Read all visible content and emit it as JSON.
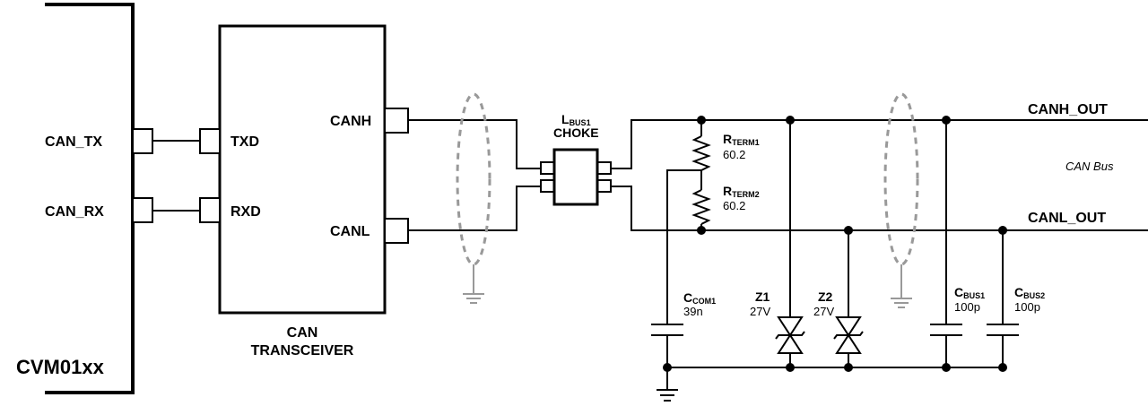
{
  "mcu": {
    "name": "CVM01xx",
    "pins": {
      "tx": "CAN_TX",
      "rx": "CAN_RX"
    }
  },
  "transceiver": {
    "title_line1": "CAN",
    "title_line2": "TRANSCEIVER",
    "pins": {
      "txd": "TXD",
      "rxd": "RXD",
      "canh": "CANH",
      "canl": "CANL"
    }
  },
  "choke": {
    "ref": "L",
    "ref_sub": "BUS1",
    "desc": "CHOKE"
  },
  "rterm1": {
    "ref": "R",
    "ref_sub": "TERM1",
    "value": "60.2"
  },
  "rterm2": {
    "ref": "R",
    "ref_sub": "TERM2",
    "value": "60.2"
  },
  "ccom1": {
    "ref": "C",
    "ref_sub": "COM1",
    "value": "39n"
  },
  "z1": {
    "ref": "Z1",
    "value": "27V"
  },
  "z2": {
    "ref": "Z2",
    "value": "27V"
  },
  "cbus1": {
    "ref": "C",
    "ref_sub": "BUS1",
    "value": "100p"
  },
  "cbus2": {
    "ref": "C",
    "ref_sub": "BUS2",
    "value": "100p"
  },
  "bus": {
    "canh_out": "CANH_OUT",
    "canl_out": "CANL_OUT",
    "label": "CAN Bus"
  }
}
